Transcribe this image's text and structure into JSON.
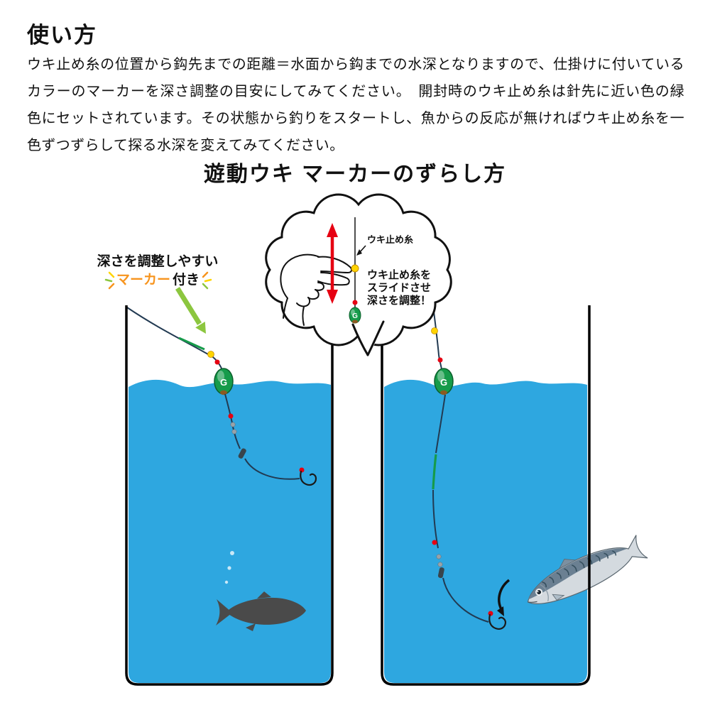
{
  "header": {
    "title": "使い方",
    "body": "ウキ止め糸の位置から鈎先までの距離＝水面から鈎までの水深となりますので、仕掛けに付いているカラーのマーカーを深さ調整の目安にしてみてください。　開封時のウキ止め糸は針先に近い色の緑色にセットされています。その状態から釣りをスタートし、魚からの反応が無ければウキ止め糸を一色ずつずらして探る水深を変えてみてください。"
  },
  "diagram": {
    "title": "遊動ウキ マーカーのずらし方",
    "marker_label": {
      "line1": "深さを調整しやすい",
      "highlight": "マーカー",
      "suffix": "付き"
    },
    "bubble": {
      "line_label": "ウキ止め糸",
      "instruction_lines": [
        "ウキ止め糸を",
        "スライドさせ",
        "深さを調整！"
      ]
    },
    "float_letter": "G",
    "colors": {
      "water": "#2EA7E0",
      "float_green": "#169B4A",
      "arrow_red": "#E60012",
      "arrow_green": "#8CC63F",
      "marker_orange": "#F7941D",
      "fish_silhouette": "#4A4A4A",
      "line_dark": "#223A52"
    }
  }
}
